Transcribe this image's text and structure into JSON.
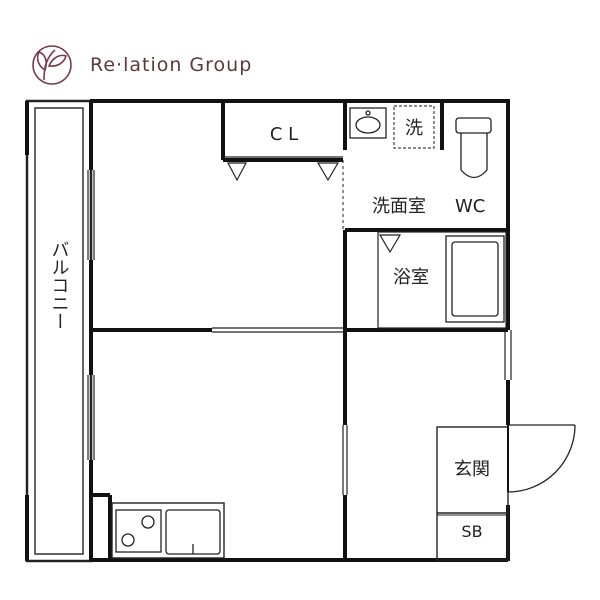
{
  "brand": {
    "name": "Re·lation Group",
    "accent": "#7a3b45"
  },
  "rooms": {
    "closet": "C L",
    "washer_mark": "洗",
    "washroom": "洗面室",
    "toilet": "WC",
    "bathroom": "浴室",
    "balcony": "バルコニー",
    "entrance": "玄関",
    "shoe_box": "SB"
  },
  "icons": [
    "leaf-logo-icon",
    "sink-icon",
    "toilet-icon",
    "bathtub-icon",
    "stove-icon",
    "kitchen-sink-icon",
    "door-swing-icon"
  ]
}
